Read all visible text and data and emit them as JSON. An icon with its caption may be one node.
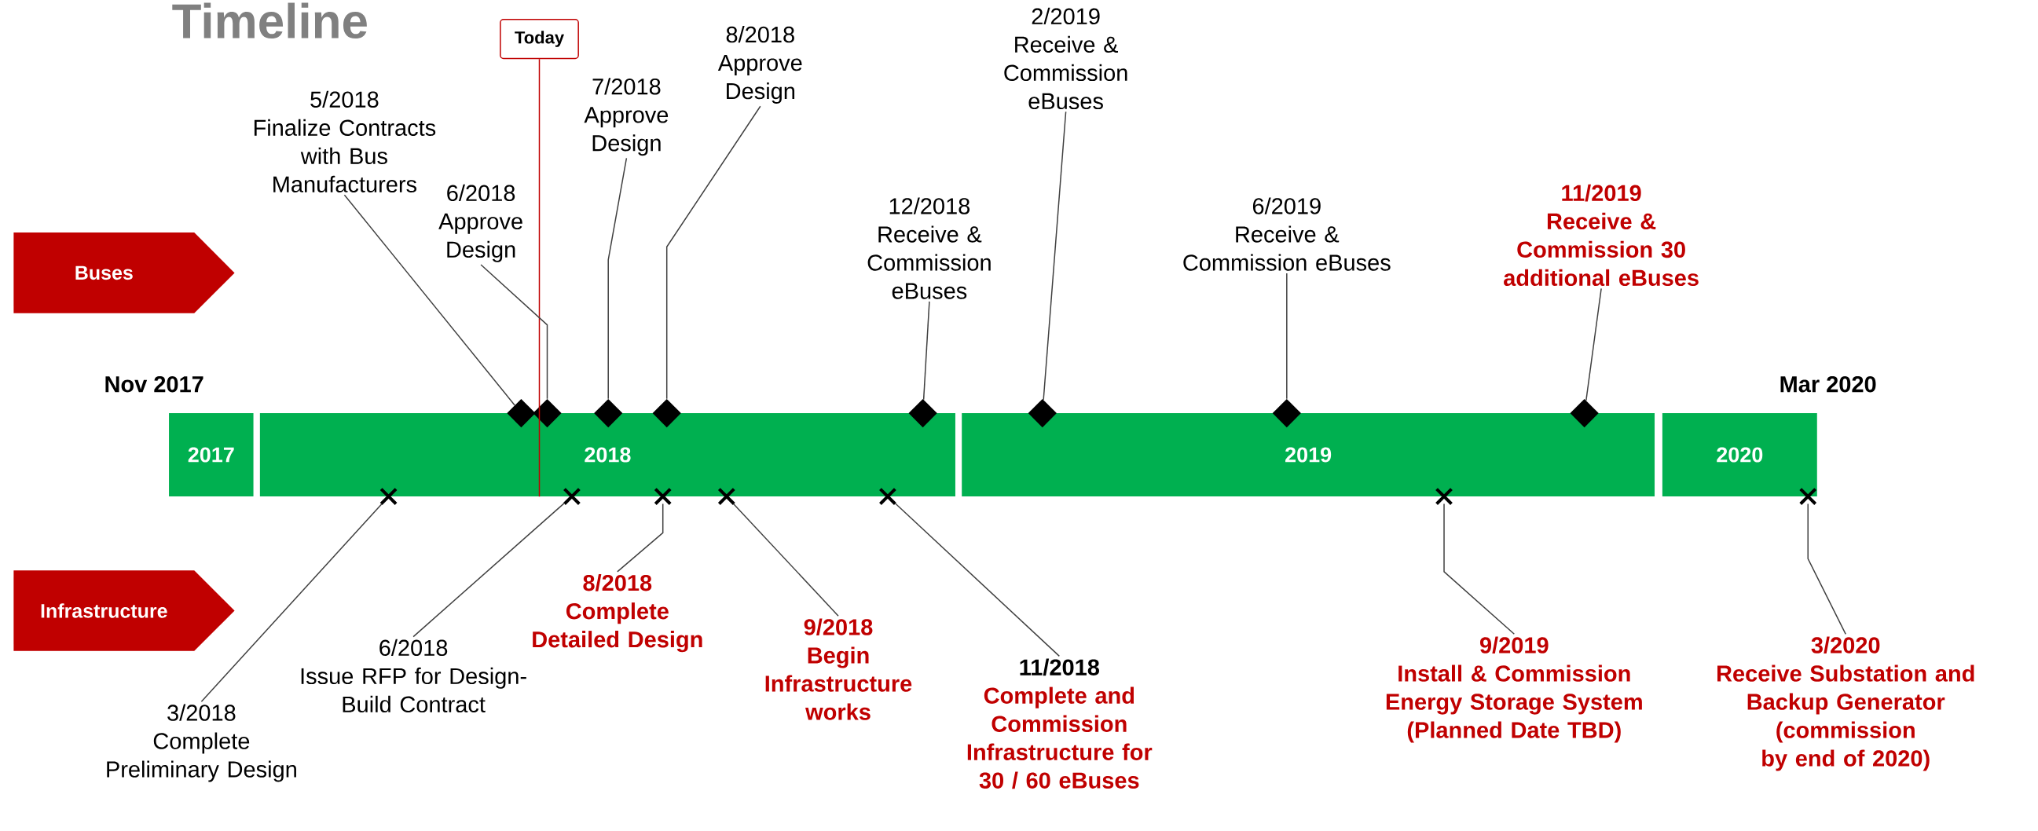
{
  "diagram": {
    "title": "Timeline",
    "nodes": [
      {
        "text": [
          "Buses"
        ]
      },
      {
        "text": [
          "Infrastructure"
        ]
      },
      {
        "text": [
          "Today"
        ]
      },
      {
        "text": [
          "2017"
        ]
      },
      {
        "text": [
          "2018"
        ]
      },
      {
        "text": [
          "2019"
        ]
      },
      {
        "text": [
          "2020"
        ]
      },
      {
        "text": [
          "5/2018",
          "Finalize Contracts with Bus Manufacturers"
        ]
      },
      {
        "text": [
          "6/2018",
          "Approve Design"
        ]
      },
      {
        "text": [
          "7/2018",
          "Approve Design"
        ]
      },
      {
        "text": [
          "8/2018",
          "Approve Design"
        ]
      },
      {
        "text": [
          "12/2018",
          "Receive & Commission eBuses"
        ]
      },
      {
        "text": [
          "2/2019",
          "Receive & Commission eBuses"
        ]
      },
      {
        "text": [
          "6/2019",
          "Receive & Commission eBuses"
        ]
      },
      {
        "text": [
          "11/2019",
          "Receive & Commission 30 additional eBuses"
        ]
      },
      {
        "text": [],
        "shape": "diamond"
      },
      {
        "text": [],
        "shape": "diamond"
      },
      {
        "text": [],
        "shape": "diamond"
      },
      {
        "text": [],
        "shape": "diamond"
      },
      {
        "text": [],
        "shape": "diamond"
      },
      {
        "text": [],
        "shape": "diamond"
      },
      {
        "text": [],
        "shape": "diamond"
      },
      {
        "text": [],
        "shape": "diamond"
      },
      {
        "text": [
          "3/2018",
          "Complete Preliminary Design"
        ]
      },
      {
        "text": [
          "6/2018",
          "Issue RFP for Design-Build Contract"
        ]
      },
      {
        "text": [
          "8/2018",
          "Complete Detailed Design"
        ]
      },
      {
        "text": [
          "9/2018",
          "Begin Infrastructure works"
        ]
      },
      {
        "text": [
          "11/2018",
          "Complete and Commission Infrastructure for 30 / 60 eBuses"
        ]
      },
      {
        "text": [
          "9/2019",
          "Install & Commission Energy Storage System (Planned Date TBD)"
        ]
      },
      {
        "text": [
          "3/2020",
          "Receive Substation and Backup Generator (commission by end of 2020)"
        ]
      },
      {
        "text": [],
        "shape": "cross"
      },
      {
        "text": [],
        "shape": "cross"
      },
      {
        "text": [],
        "shape": "cross"
      },
      {
        "text": [],
        "shape": "cross"
      },
      {
        "text": [],
        "shape": "cross"
      },
      {
        "text": [],
        "shape": "cross"
      },
      {
        "text": [],
        "shape": "cross"
      }
    ],
    "edges": [
      {
        "from": 2,
        "to": 4,
        "arrow": "none",
        "color": "#c00000"
      },
      {
        "from": 7,
        "to": 15,
        "arrow": "none"
      },
      {
        "from": 8,
        "to": 16,
        "arrow": "none"
      },
      {
        "from": 9,
        "to": 17,
        "arrow": "none"
      },
      {
        "from": 10,
        "to": 18,
        "arrow": "none"
      },
      {
        "from": 11,
        "to": 19,
        "arrow": "none"
      },
      {
        "from": 12,
        "to": 20,
        "arrow": "none"
      },
      {
        "from": 13,
        "to": 21,
        "arrow": "none"
      },
      {
        "from": 14,
        "to": 22,
        "arrow": "none"
      },
      {
        "from": 23,
        "to": 30,
        "arrow": "none"
      },
      {
        "from": 24,
        "to": 31,
        "arrow": "none"
      },
      {
        "from": 25,
        "to": 32,
        "arrow": "none"
      },
      {
        "from": 26,
        "to": 33,
        "arrow": "none"
      },
      {
        "from": 27,
        "to": 34,
        "arrow": "none"
      },
      {
        "from": 28,
        "to": 35,
        "arrow": "none"
      },
      {
        "from": 29,
        "to": 36,
        "arrow": "none"
      }
    ],
    "labels": [
      "Nov 2017",
      "Mar 2020"
    ]
  }
}
